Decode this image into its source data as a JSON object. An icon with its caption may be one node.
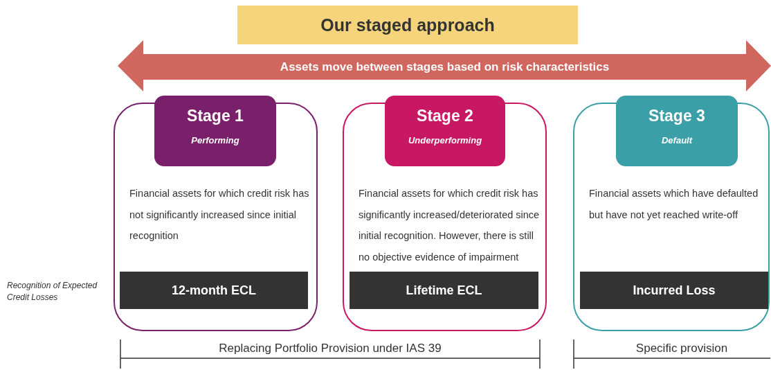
{
  "diagram": {
    "title": "Our staged approach",
    "nodes": [
      {
        "text": [
          "Stage 1",
          "Performing"
        ]
      },
      {
        "text": [
          "Financial assets for which credit risk has not significantly increased since initial recognition"
        ]
      },
      {
        "text": [
          "12-month ECL"
        ],
        "in": 1
      },
      {
        "text": [
          "Stage 2",
          "Underperforming"
        ]
      },
      {
        "text": [
          "Financial assets for which credit risk has significantly increased/deteriorated since initial recognition. However, there is still no objective evidence of impairment"
        ]
      },
      {
        "text": [
          "Lifetime ECL"
        ],
        "in": 4
      },
      {
        "text": [
          "Stage 3",
          "Default"
        ]
      },
      {
        "text": [
          "Financial assets which have defaulted but have not yet reached write-off"
        ]
      },
      {
        "text": [
          "Incurred Loss"
        ],
        "in": 7
      }
    ],
    "labels": [
      "Assets move between stages based on risk characteristics",
      "Recognition of Expected Credit Losses",
      "Replacing Portfolio Provision under IAS 39",
      "Specific provision"
    ]
  }
}
